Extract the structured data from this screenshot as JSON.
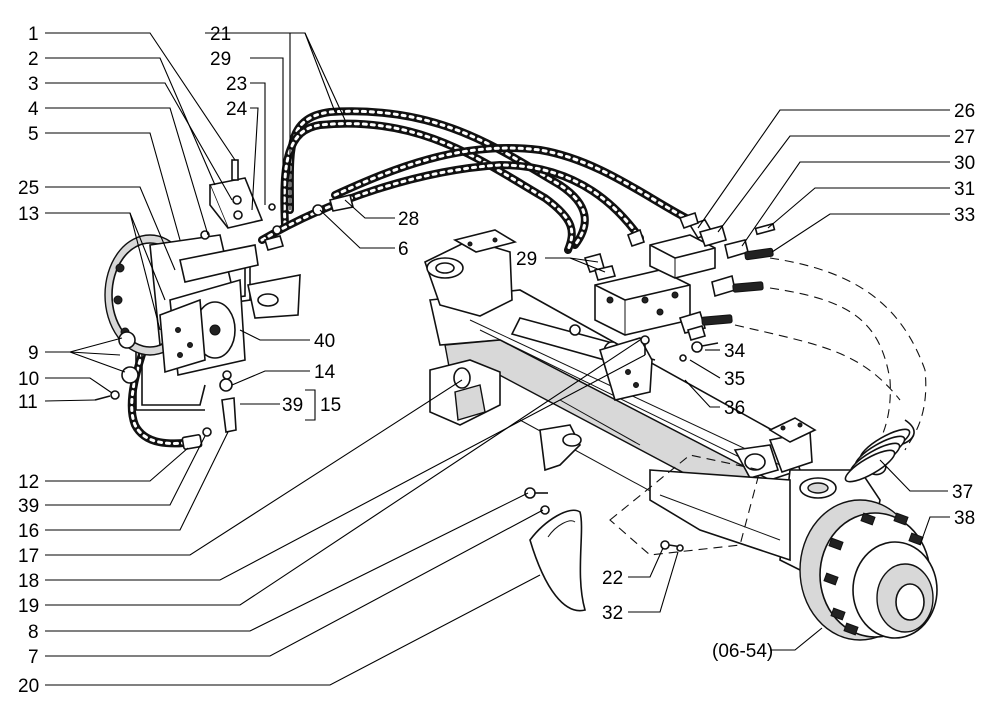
{
  "callouts_left": [
    "1",
    "2",
    "3",
    "4",
    "5",
    "25",
    "13",
    "9",
    "10",
    "11",
    "12",
    "39",
    "16",
    "17",
    "18",
    "19",
    "8",
    "7",
    "20"
  ],
  "callouts_top": [
    "21",
    "29",
    "23",
    "24"
  ],
  "callouts_mid": [
    "28",
    "6",
    "40",
    "14",
    "39",
    "15"
  ],
  "callouts_right": [
    "26",
    "27",
    "30",
    "31",
    "33",
    "29",
    "34",
    "35",
    "36",
    "37",
    "38",
    "22",
    "32"
  ],
  "reference_label": "(06-54)"
}
